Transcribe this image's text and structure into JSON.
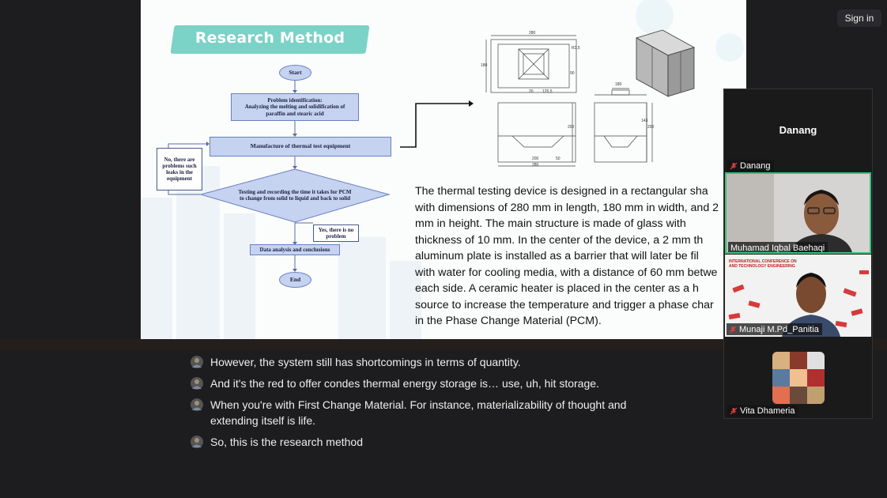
{
  "slide": {
    "title": "Research Method",
    "flow": {
      "start": "Start",
      "problem_line1": "Problem identification:",
      "problem_line2": "Analyzing the melting and solidification of",
      "problem_line3": "paraffin and stearic acid",
      "manufacture": "Manufacture of thermal test equipment",
      "no_line1": "No, there are",
      "no_line2": "problems such",
      "no_line3": "leaks in the",
      "no_line4": "equipment",
      "test_line1": "Testing and recording the time it takes for PCM",
      "test_line2": "to change from solid to liquid and back to solid",
      "yes_line1": "Yes, there is no",
      "yes_line2": "problem",
      "analysis": "Data analysis and conclusions",
      "end": "End"
    },
    "drawing_dims": {
      "top_width": "280",
      "top_side": "180",
      "angle": "R3,5",
      "inner": "90",
      "base_a": "20",
      "base_b": "125,5",
      "side_width": "180",
      "front_width": "280",
      "front_height": "200",
      "side_height": "200",
      "side_inner": "143",
      "bottom_a": "200",
      "bottom_b": "50"
    },
    "paragraph_lines": [
      "The thermal testing device is designed in a rectangular sha",
      "with dimensions of 280 mm in length, 180 mm in width, and 2",
      "mm in height. The main structure is made of glass with",
      "thickness of 10 mm. In the center of the device, a 2 mm th",
      "aluminum plate is installed as a barrier that will later be fil",
      "with water for cooling media, with a distance of 60 mm betwe",
      "each side. A ceramic heater is placed in the center as a h",
      "source to increase the temperature and trigger a phase char",
      "in the Phase Change Material (PCM)."
    ]
  },
  "header": {
    "signin_label": "Sign in"
  },
  "participants": {
    "speaker_tile_name": "Danang",
    "tiles": [
      {
        "name": "Danang",
        "muted": true
      },
      {
        "name": "Muhamad Iqbal Baehaqi",
        "muted": false
      },
      {
        "name": "Munaji M.Pd_Panitia",
        "muted": true
      },
      {
        "name": "Vita Dhameria",
        "muted": true
      }
    ],
    "banner_line1": "INTERNATIONAL CONFERENCE ON",
    "banner_line2": "AND TECHNOLOGY ENGINEERING"
  },
  "captions": [
    {
      "lines": [
        "However, the system still has shortcomings in terms of quantity."
      ]
    },
    {
      "lines": [
        "And it's the red to offer condes thermal energy storage is… use, uh, hit storage."
      ]
    },
    {
      "lines": [
        "When you're with First Change Material. For instance, materializability of thought and",
        "extending itself is life."
      ]
    },
    {
      "lines": [
        "So, this is the research method"
      ]
    }
  ],
  "colors": {
    "accent_teal": "#7bd2c7",
    "active_speaker_border": "#33c37a",
    "flow_box_fill": "#c5d3f0",
    "mute_red": "#e04040"
  }
}
